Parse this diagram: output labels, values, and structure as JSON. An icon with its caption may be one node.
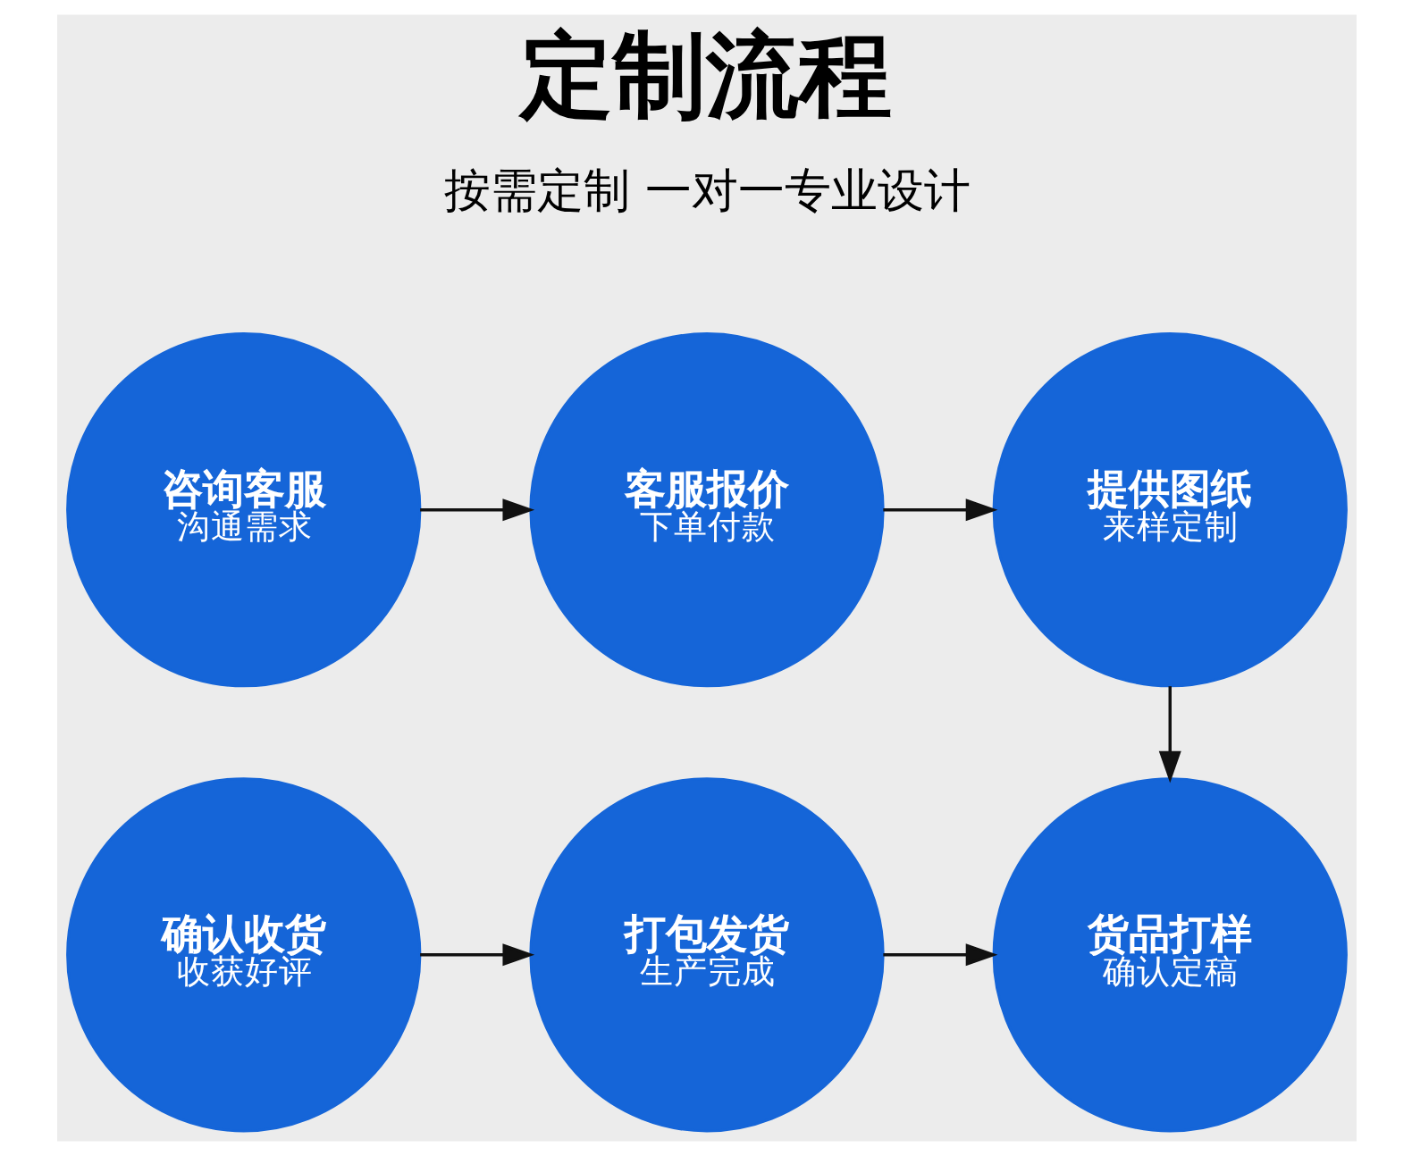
{
  "diagram": {
    "title": "定制流程",
    "nodes": [
      {
        "text": [
          "咨询客服",
          "沟通需求"
        ]
      },
      {
        "text": [
          "客服报价",
          "下单付款"
        ]
      },
      {
        "text": [
          "提供图纸",
          "来样定制"
        ]
      },
      {
        "text": [
          "确认收货",
          "收获好评"
        ]
      },
      {
        "text": [
          "打包发货",
          "生产完成"
        ]
      },
      {
        "text": [
          "货品打样",
          "确认定稿"
        ]
      }
    ],
    "edges": [
      {
        "from": 0,
        "to": 1,
        "arrow": "to"
      },
      {
        "from": 1,
        "to": 2,
        "arrow": "to"
      },
      {
        "from": 2,
        "to": 5,
        "arrow": "to"
      },
      {
        "from": 3,
        "to": 4,
        "arrow": "to"
      },
      {
        "from": 4,
        "to": 5,
        "arrow": "to"
      }
    ],
    "labels": [
      "按需定制 一对一专业设计"
    ]
  }
}
